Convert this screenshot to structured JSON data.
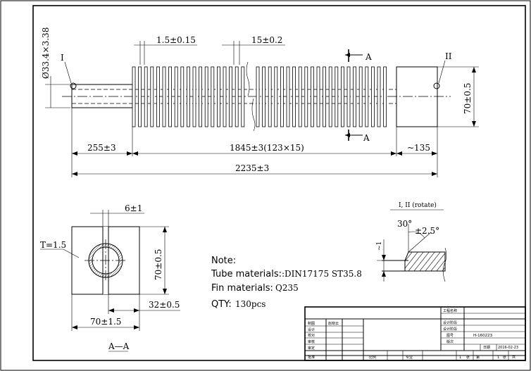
{
  "front_view": {
    "dim_fin_thickness": "1.5±0.15",
    "dim_fin_pitch": "15±0.2",
    "dim_tube_dia": "Ø33.4×3.38",
    "dim_fin_height": "70±0.5",
    "dim_left_end": "255±3",
    "dim_fin_length": "1845±3(123×15)",
    "dim_right_end": "~135",
    "dim_total": "2235±3",
    "label_i": "I",
    "label_ii": "II",
    "section_a_top": "A",
    "section_a_bottom": "A"
  },
  "section_view": {
    "dim_slot": "6±1",
    "dim_thickness": "T=1.5",
    "dim_height": "70±0.5",
    "dim_half_width": "32±0.5",
    "dim_width": "70±1.5",
    "section_label": "A—A"
  },
  "detail_view": {
    "title": "I, II (rotate)",
    "angle_label": "30°",
    "angle_tol": "±2.5°",
    "small_label": "~1"
  },
  "notes": {
    "heading": "Note:",
    "tube_label": "Tube materials:",
    "tube_value": ":DIN17175  ST35.8",
    "fin_label": "Fin materials:",
    "fin_value": "Q235",
    "qty_label": "QTY:",
    "qty_value": "130pcs"
  },
  "title_block": {
    "drawing_no": "H-160223",
    "cells": [
      "工程名称",
      "设计阶段",
      "设计阶段",
      "图号",
      "版次",
      "日期",
      "比例",
      "专业",
      "张",
      "第",
      "张",
      "共"
    ],
    "sign_rows": [
      "制图",
      "设计",
      "校对",
      "审核",
      "审定",
      "批准"
    ],
    "signer": "赵晓云",
    "date_value": "2016-02-23",
    "sheet_no": "1",
    "sheet_total": "1"
  }
}
